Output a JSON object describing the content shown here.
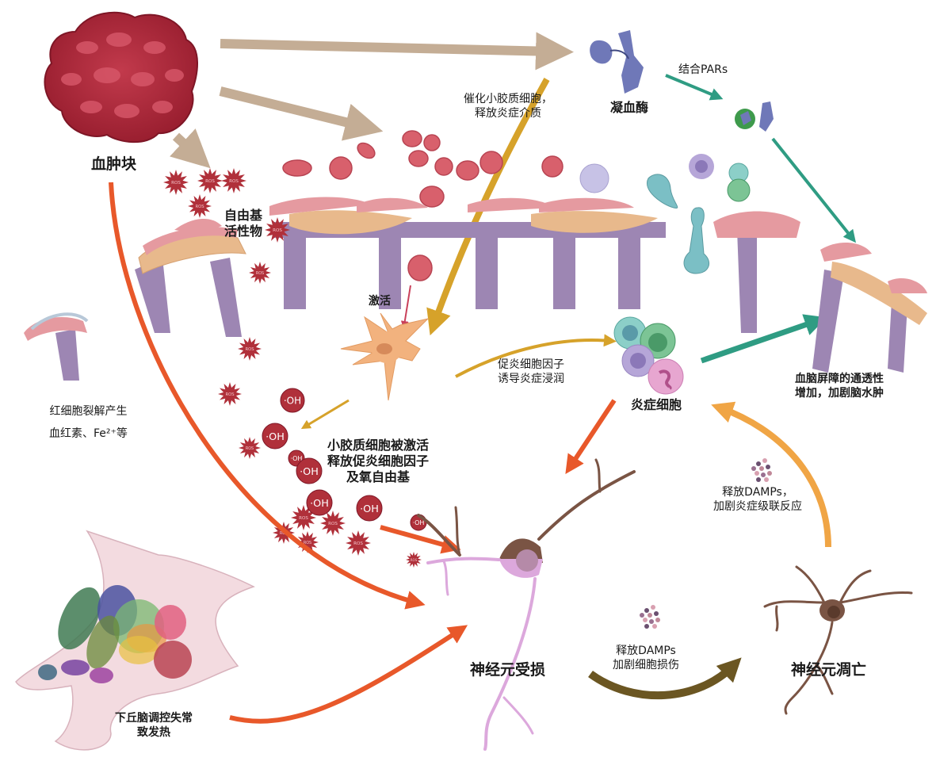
{
  "diagram": {
    "title": "Hematoma-induced secondary brain injury pathway",
    "nodes": {
      "hematoma": "血肿块",
      "thrombin": "凝血酶",
      "ros_label": [
        "自由基",
        "活性物"
      ],
      "ros_tag": "ROS",
      "oh_tag": "·OH",
      "activate": "激活",
      "microglia": [
        "小胶质细胞被激活",
        "释放促炎细胞因子",
        "及氧自由基"
      ],
      "inflammatory_cells": "炎症细胞",
      "bbb": [
        "血脑屏障的通透性",
        "增加，加剧脑水肿"
      ],
      "neuron_injured": "神经元受损",
      "neuron_apoptosis": "神经元凋亡",
      "hypothalamus": [
        "下丘脑调控失常",
        "致发热"
      ]
    },
    "edge_labels": {
      "bind_pars": "结合PARs",
      "thrombin_microglia": [
        "催化小胶质细胞，",
        "释放炎症介质"
      ],
      "cytokine_infiltration": [
        "促炎细胞因子",
        "诱导炎症浸润"
      ],
      "rbc_lysis": [
        "红细胞裂解产生",
        "血红素、Fe²⁺等"
      ],
      "damps_cascade": [
        "释放DAMPs，",
        "加剧炎症级联反应"
      ],
      "damps_damage": [
        "释放DAMPs",
        "加剧细胞损伤"
      ]
    },
    "colors": {
      "clot": "#a8283a",
      "tan_arrow": "#c4ad95",
      "orange_arrow": "#e8582a",
      "gold_arrow": "#d6a22a",
      "teal_arrow": "#2f9c83",
      "amber_arrow": "#f0a545",
      "olive_arrow": "#6b5622",
      "ros": "#b0303a",
      "rbc": "#d8606c",
      "astro": "#9d86b3",
      "endo": "#e59aa0",
      "pericyte": "#e8b98c",
      "microglia": "#f2b27e",
      "neuron": "#7a5444",
      "neuron_pink": "#dca8dc"
    }
  }
}
